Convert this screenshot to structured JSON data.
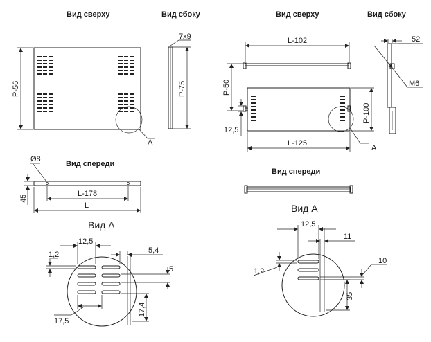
{
  "left": {
    "top_title": "Вид сверху",
    "side_title": "Вид сбоку",
    "front_title": "Вид спереди",
    "detail_title": "Вид А",
    "dims": {
      "p56": "Р-56",
      "size_7x9": "7х9",
      "p75": "Р-75",
      "callout_a": "А",
      "dia8": "Ø8",
      "h45": "45",
      "l178": "L-178",
      "l": "L",
      "d12_5": "12,5",
      "d5_4": "5,4",
      "d1_2": "1,2",
      "d5": "5",
      "d17_5": "17,5",
      "d17_4": "17,4"
    }
  },
  "right": {
    "top_title": "Вид сверху",
    "side_title": "Вид сбоку",
    "front_title": "Вид спереди",
    "detail_title": "Вид А",
    "dims": {
      "l102": "L-102",
      "d52": "52",
      "p50": "Р-50",
      "m6": "M6",
      "p100": "Р-100",
      "d12_5_side": "12,5",
      "l125": "L-125",
      "callout_a": "А",
      "d12_5": "12,5",
      "d11": "11",
      "d10": "10",
      "d1_2": "1,2",
      "d35": "35"
    }
  }
}
